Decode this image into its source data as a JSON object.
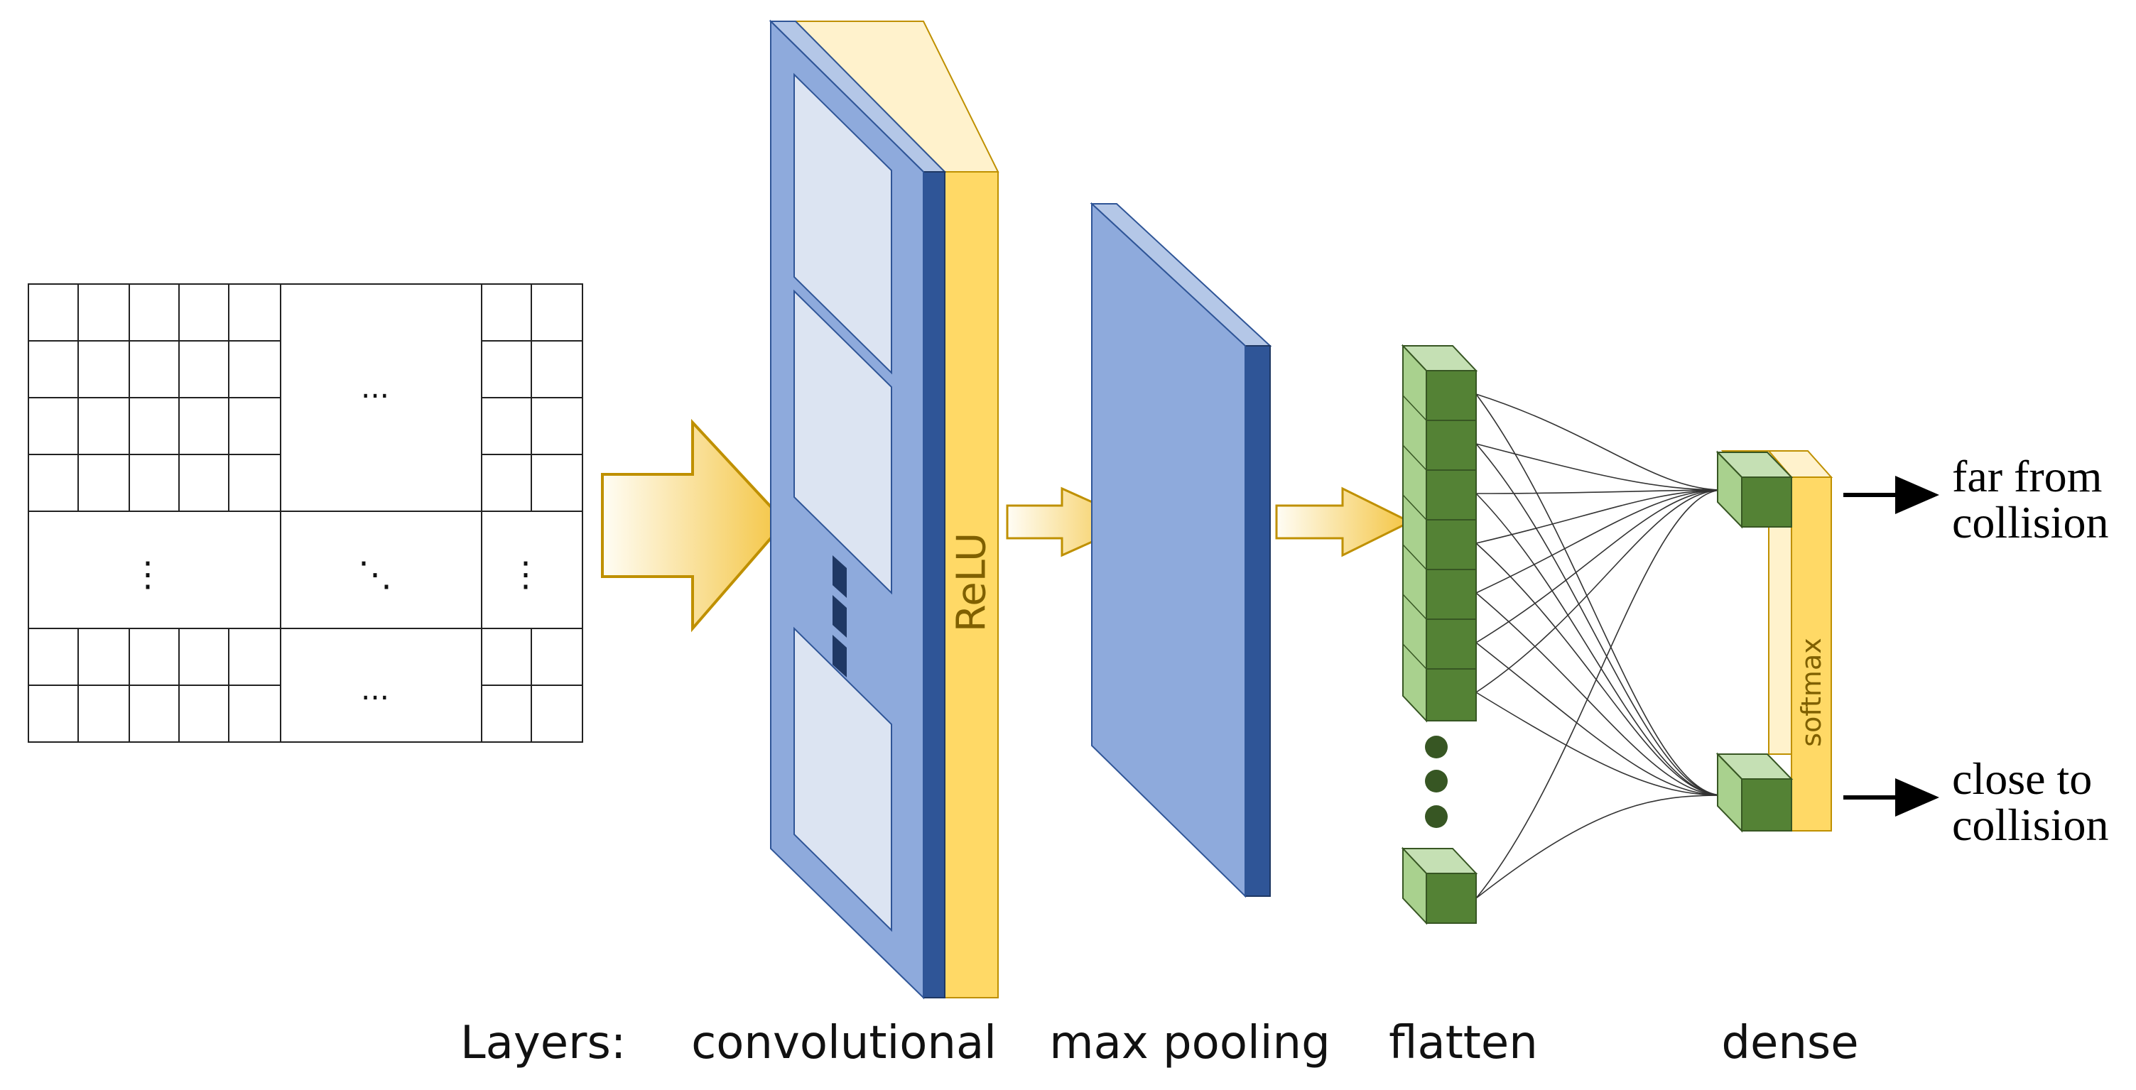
{
  "input_grid": {
    "dots_horizontal": "...",
    "dots_vertical": "⋮",
    "dots_diagonal": "⋱"
  },
  "conv_layer": {
    "activation_label": "ReLU"
  },
  "dense_layer": {
    "activation_label": "softmax"
  },
  "outputs": [
    {
      "line1": "far from",
      "line2": "collision"
    },
    {
      "line1": "close to",
      "line2": "collision"
    }
  ],
  "layers_caption": {
    "prefix": "Layers:",
    "convolutional": "convolutional",
    "max_pooling": "max pooling",
    "flatten": "flatten",
    "dense": "dense"
  },
  "colors": {
    "conv_blue": "#8eaadc",
    "conv_blue_light": "#dce4f2",
    "conv_blue_dark": "#2f5597",
    "yellow": "#ffd966",
    "yellow_light": "#fff2cc",
    "yellow_border": "#bf9000",
    "green": "#548235",
    "green_light": "#a9d18e",
    "green_dark": "#375623"
  }
}
